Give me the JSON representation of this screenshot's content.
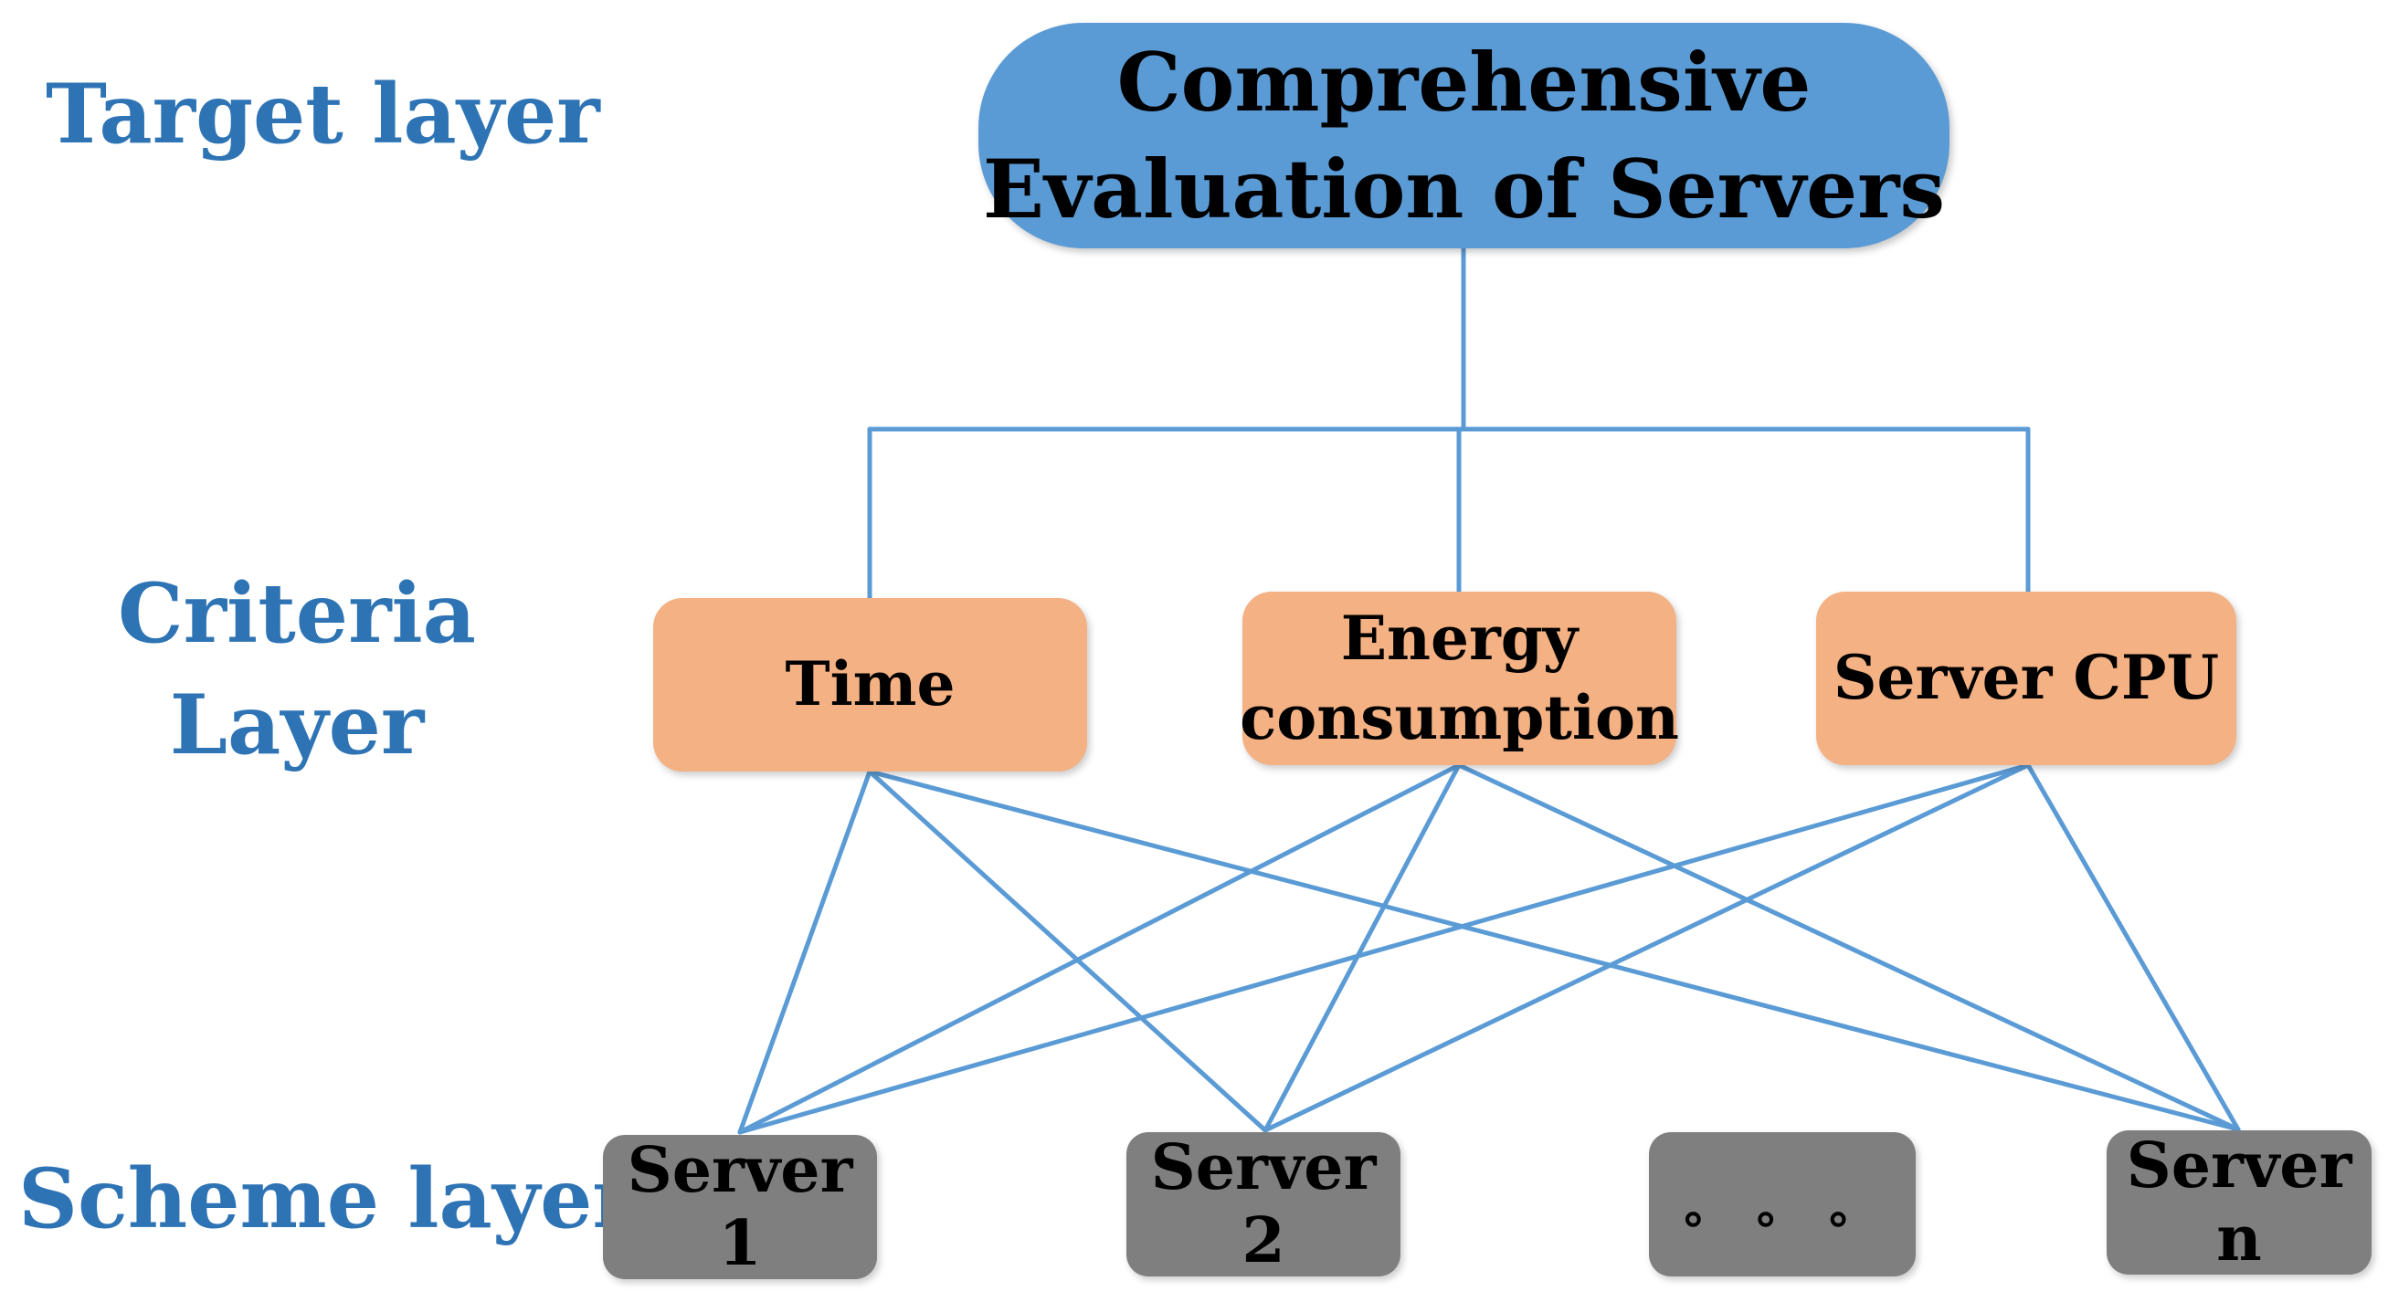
{
  "layers": {
    "target": "Target layer",
    "criteria_line1": "Criteria",
    "criteria_line2": "Layer",
    "scheme": "Scheme layer"
  },
  "goal": {
    "line1": "Comprehensive",
    "line2": "Evaluation of Servers"
  },
  "criteria": [
    {
      "line1": "Time"
    },
    {
      "line1": "Energy",
      "line2": "consumption"
    },
    {
      "line1": "Server CPU"
    }
  ],
  "schemes": [
    {
      "label": "Server 1"
    },
    {
      "label": "Server 2"
    },
    {
      "label": "。 。 。"
    },
    {
      "label": "Server n"
    }
  ],
  "colors": {
    "layer_label": "#2E74B5",
    "connector": "#5B9BD5",
    "goal_fill": "#5B9BD5",
    "criterion_fill": "#F4B183",
    "scheme_fill": "#7F7F7F"
  }
}
